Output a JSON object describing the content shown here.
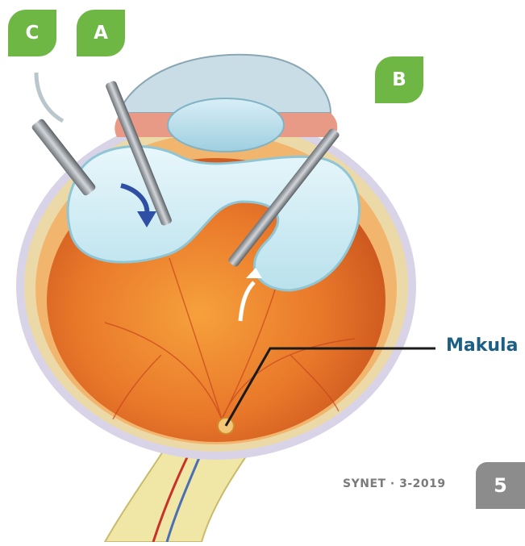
{
  "labels": {
    "badge_c": "C",
    "badge_a": "A",
    "badge_b": "B",
    "makula": "Makula"
  },
  "footer": {
    "publication": "SYNET · 3-2019",
    "page_number": "5"
  },
  "colors": {
    "badge_green": "#6eb744",
    "makula_label": "#1c5f85",
    "page_box": "#8c8c8c"
  }
}
